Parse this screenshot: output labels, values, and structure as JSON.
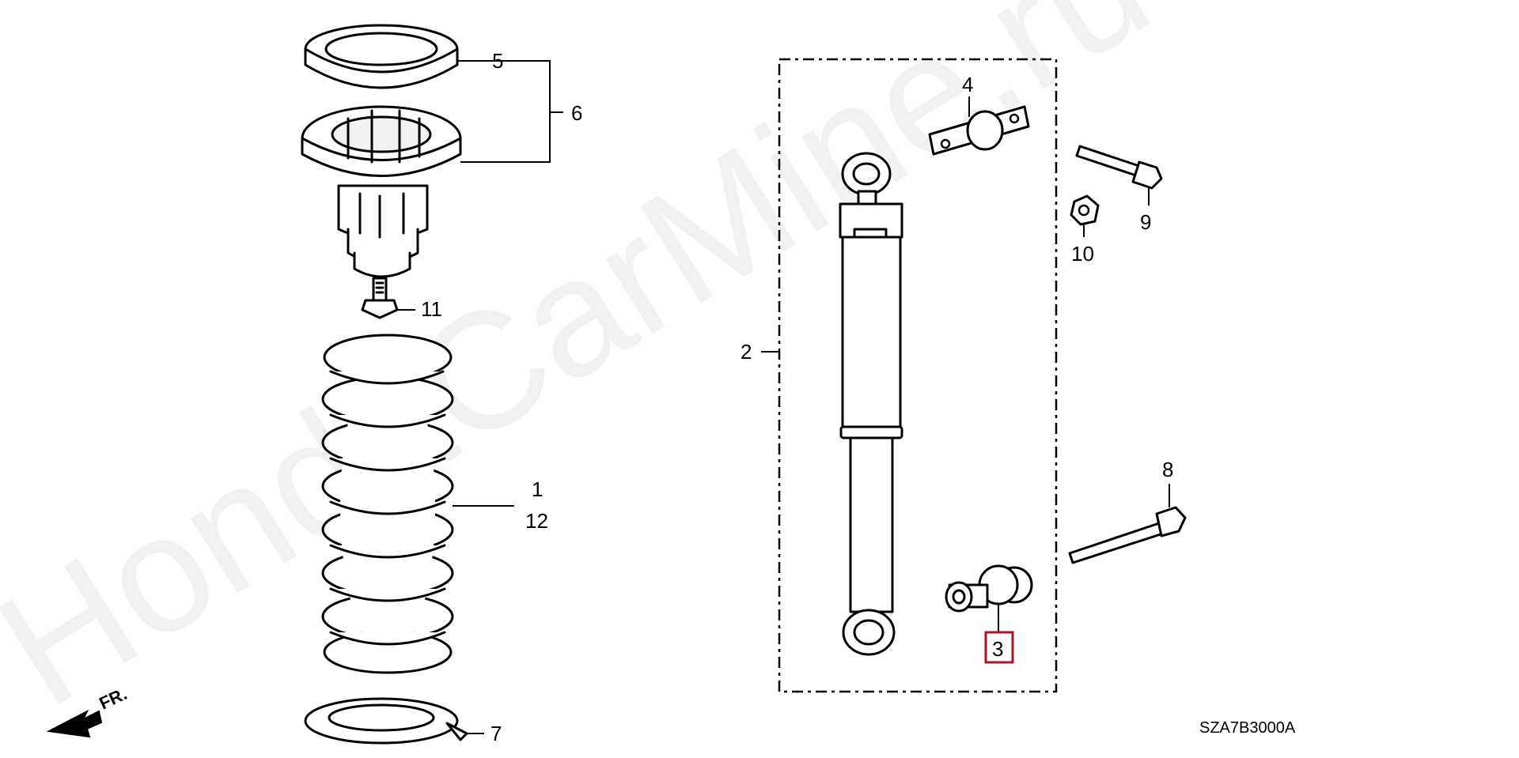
{
  "diagram": {
    "watermark": "HondaCarMine.ru",
    "code": "SZA7B3000A",
    "front_label": "FR.",
    "highlight_color": "#b0122b",
    "callouts": [
      {
        "id": "1",
        "label": "1"
      },
      {
        "id": "2",
        "label": "2"
      },
      {
        "id": "3",
        "label": "3",
        "highlighted": true
      },
      {
        "id": "4",
        "label": "4"
      },
      {
        "id": "5",
        "label": "5"
      },
      {
        "id": "6",
        "label": "6"
      },
      {
        "id": "7",
        "label": "7"
      },
      {
        "id": "8",
        "label": "8"
      },
      {
        "id": "9",
        "label": "9"
      },
      {
        "id": "10",
        "label": "10"
      },
      {
        "id": "11",
        "label": "11"
      },
      {
        "id": "12",
        "label": "12"
      }
    ]
  }
}
